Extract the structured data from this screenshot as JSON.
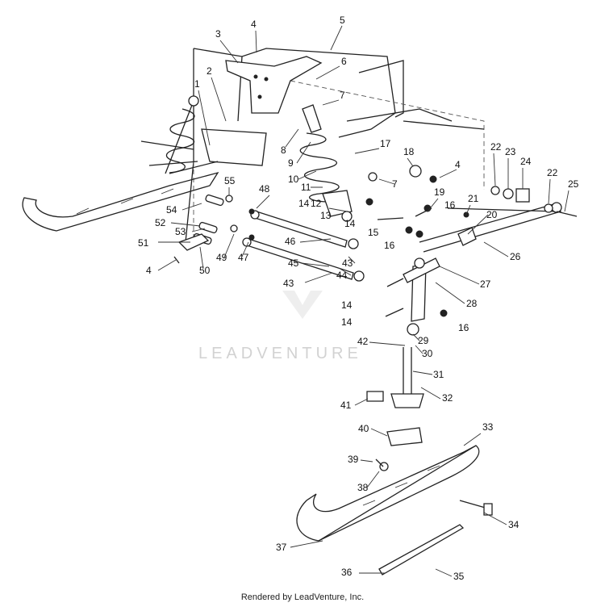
{
  "callouts": [
    "1",
    "2",
    "3",
    "4",
    "5",
    "6",
    "7",
    "7",
    "8",
    "9",
    "10",
    "11",
    "12",
    "13",
    "14",
    "14",
    "14",
    "14",
    "15",
    "16",
    "16",
    "16",
    "17",
    "18",
    "19",
    "20",
    "21",
    "22",
    "22",
    "23",
    "24",
    "25",
    "26",
    "27",
    "28",
    "29",
    "30",
    "31",
    "32",
    "33",
    "34",
    "35",
    "36",
    "37",
    "38",
    "39",
    "40",
    "41",
    "42",
    "43",
    "43",
    "44",
    "45",
    "46",
    "47",
    "48",
    "49",
    "50",
    "51",
    "52",
    "53",
    "54",
    "55",
    "4",
    "4"
  ],
  "watermark": "LEADVENTURE",
  "footer": "Rendered by LeadVenture, Inc."
}
